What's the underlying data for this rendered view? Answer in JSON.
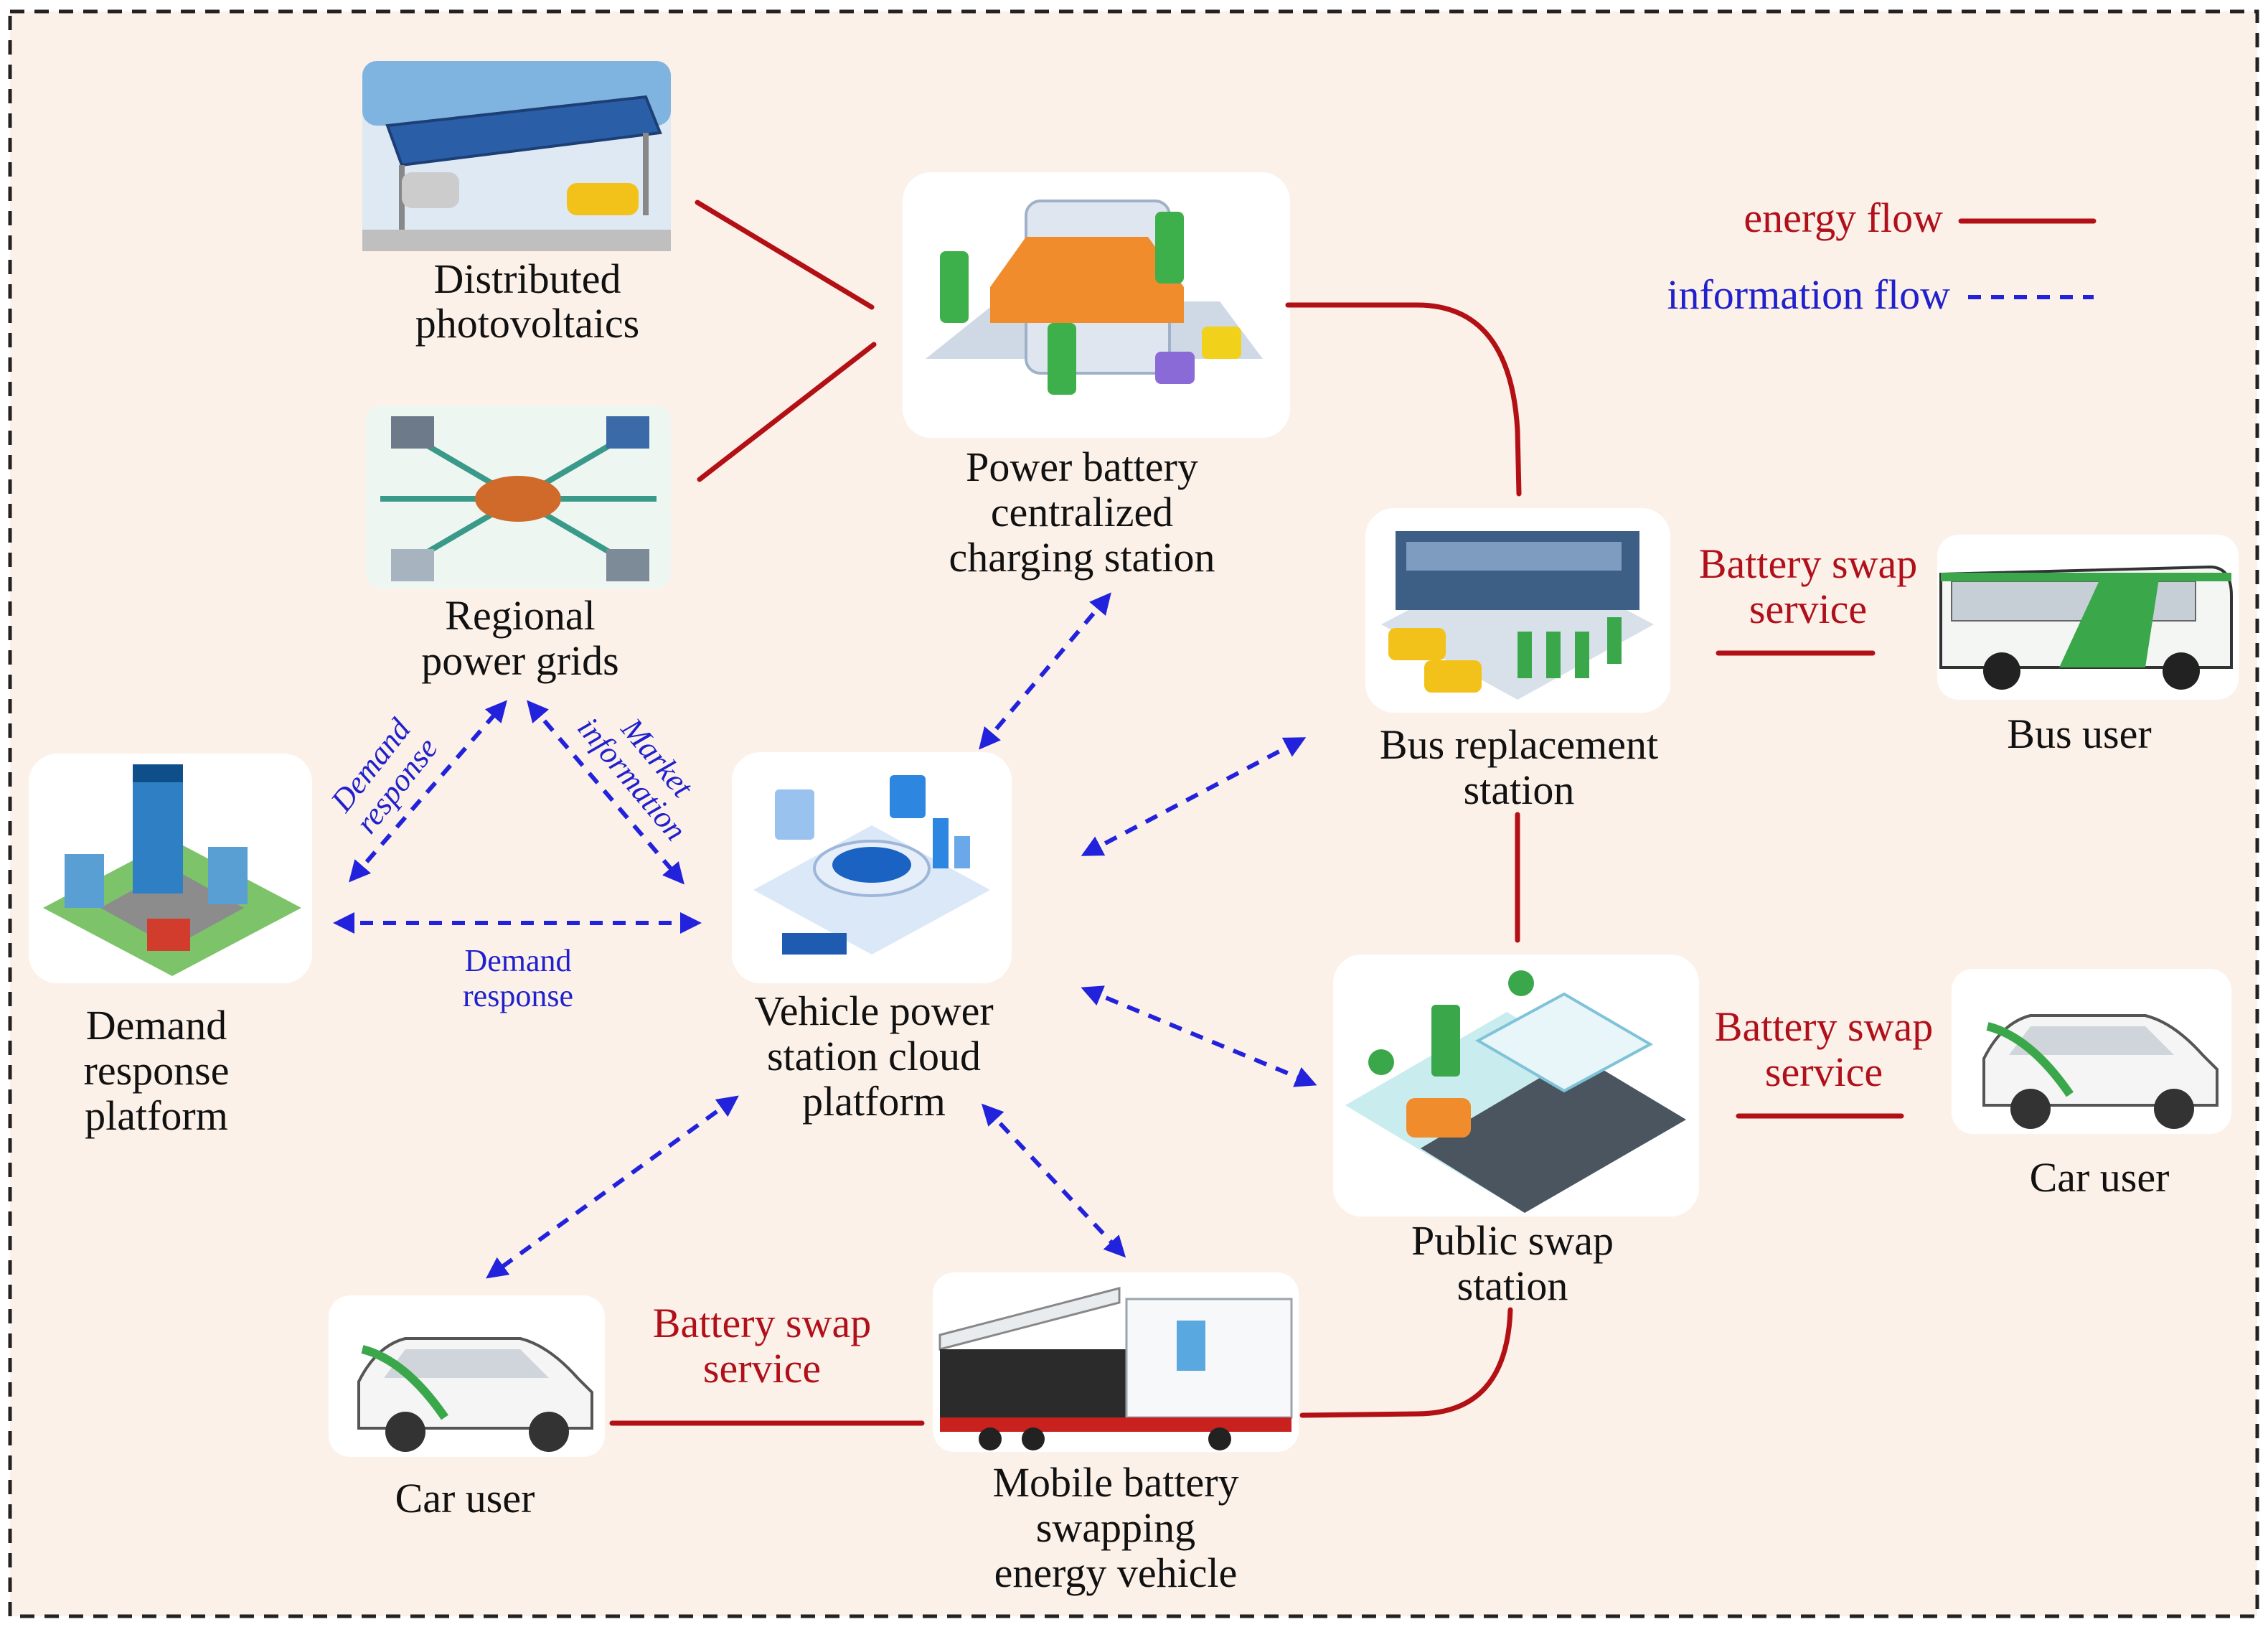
{
  "colors": {
    "energy": "#b31016",
    "information": "#2222dd",
    "background": "#fcf1e9"
  },
  "legend": {
    "energy_label": "energy flow",
    "info_label": "information flow"
  },
  "nodes": {
    "pv": {
      "label_line1": "Distributed",
      "label_line2": "photovoltaics",
      "icon": "solar-carport-icon"
    },
    "grid": {
      "label_line1": "Regional",
      "label_line2": "power grids",
      "icon": "power-grid-icon"
    },
    "charging": {
      "label_line1": "Power battery",
      "label_line2": "centralized",
      "label_line3": "charging station",
      "icon": "charging-station-icon"
    },
    "demand": {
      "label_line1": "Demand",
      "label_line2": "response",
      "label_line3": "platform",
      "icon": "city-buildings-icon"
    },
    "cloud": {
      "label_line1": "Vehicle power",
      "label_line2": "station cloud",
      "label_line3": "platform",
      "icon": "cloud-platform-icon"
    },
    "bus_station": {
      "label_line1": "Bus replacement",
      "label_line2": "station",
      "icon": "bus-swap-station-icon"
    },
    "bus_user": {
      "label": "Bus user",
      "icon": "bus-icon"
    },
    "public_swap": {
      "label_line1": "Public swap",
      "label_line2": "station",
      "icon": "swap-station-icon"
    },
    "car_user_right": {
      "label": "Car user",
      "icon": "car-icon"
    },
    "car_user_left": {
      "label": "Car user",
      "icon": "car-icon"
    },
    "mobile": {
      "label_line1": "Mobile battery",
      "label_line2": "swapping",
      "label_line3": "energy vehicle",
      "icon": "truck-icon"
    }
  },
  "edge_labels": {
    "demand_response_left": {
      "line1": "Demand",
      "line2": "response"
    },
    "market_info": {
      "line1": "Market",
      "line2": "information"
    },
    "demand_response_bottom": {
      "line1": "Demand",
      "line2": "response"
    },
    "swap_bus": {
      "line1": "Battery swap",
      "line2": "service"
    },
    "swap_car_right": {
      "line1": "Battery swap",
      "line2": "service"
    },
    "swap_car_left": {
      "line1": "Battery swap",
      "line2": "service"
    }
  }
}
